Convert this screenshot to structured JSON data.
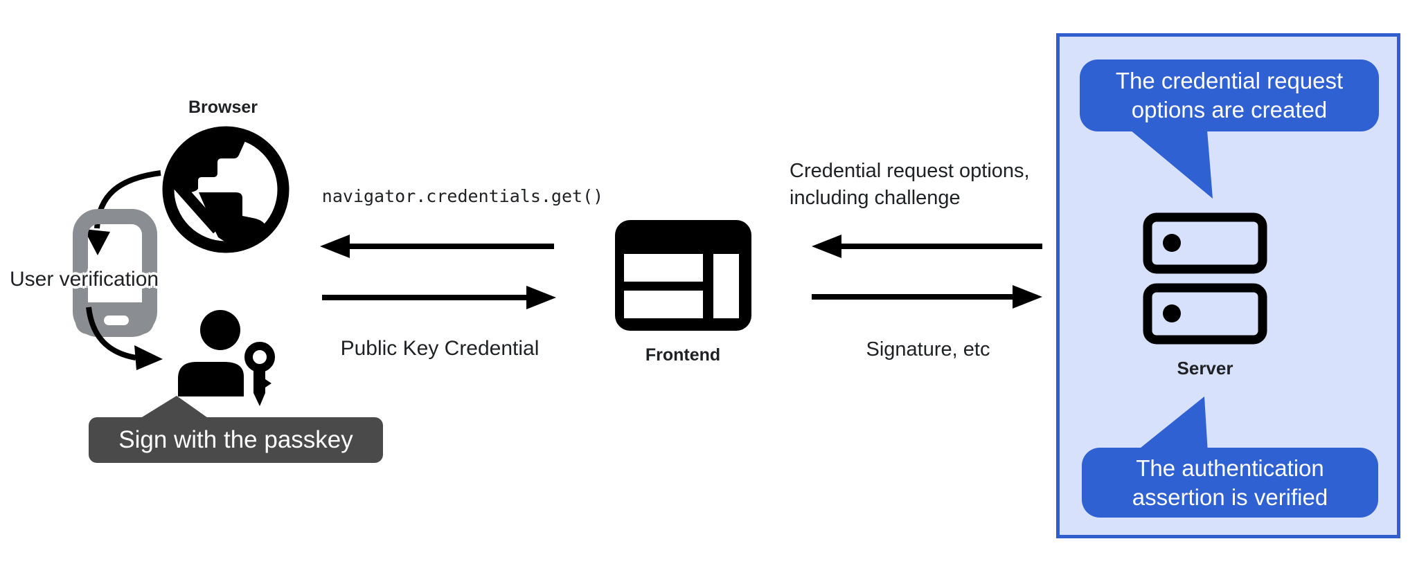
{
  "labels": {
    "browser": "Browser",
    "frontend": "Frontend",
    "server": "Server",
    "user_verification": "User verification",
    "sign_with_passkey": "Sign with the passkey"
  },
  "flows": {
    "frontend_to_browser": "navigator.credentials.get()",
    "browser_to_frontend": "Public Key Credential",
    "server_to_frontend_line1": "Credential request options,",
    "server_to_frontend_line2": "including challenge",
    "frontend_to_server": "Signature, etc"
  },
  "server_panel": {
    "bubble_top_line1": "The credential request",
    "bubble_top_line2": "options are created",
    "bubble_bottom_line1": "The authentication",
    "bubble_bottom_line2": "assertion is verified"
  },
  "icons": {
    "browser": "globe-icon",
    "user_verification": "smartphone-icon",
    "passkey": "person-with-key-icon",
    "frontend": "browser-window-icon",
    "server": "server-stack-icon"
  },
  "colors": {
    "accent_blue": "#2f5ecf",
    "panel_bg": "#d7e1fb",
    "bubble_blue": "#3061d2",
    "tooltip_gray": "#4a4a4a",
    "phone_gray": "#8a8d92",
    "ink": "#000000",
    "label_ink": "#202124"
  }
}
